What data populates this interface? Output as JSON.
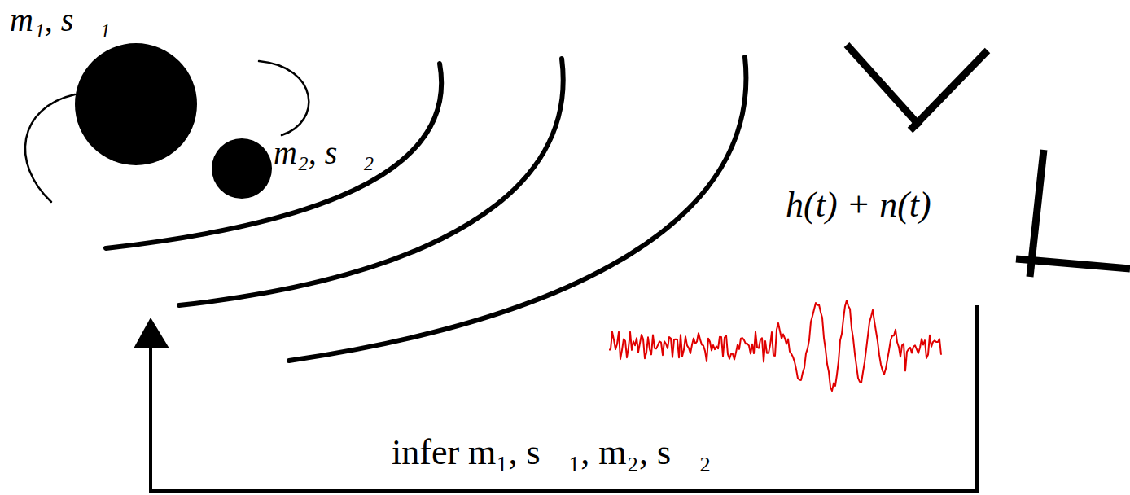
{
  "diagram": {
    "nodes": [
      {
        "text": [
          "m₁, s⃗₁"
        ]
      },
      {
        "text": [
          "m₂, s⃗₂"
        ]
      }
    ],
    "labels": [
      "h(t) + n(t)",
      "infer m₁, s⃗₁, m₂, s⃗₂"
    ]
  }
}
